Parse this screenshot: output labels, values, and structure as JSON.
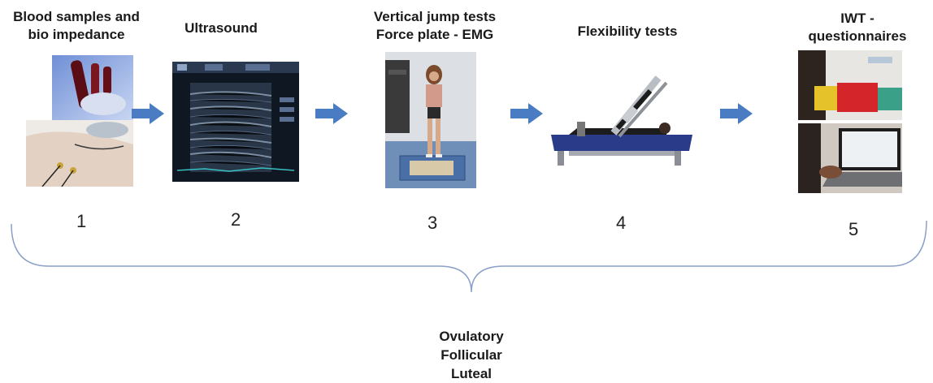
{
  "steps": [
    {
      "number": "1",
      "title": "Blood samples and\nbio impedance",
      "image": "blood-sample-and-electrodes-photo"
    },
    {
      "number": "2",
      "title": "Ultrasound",
      "image": "ultrasound-screen-photo"
    },
    {
      "number": "3",
      "title": "Vertical jump tests\nForce plate - EMG",
      "image": "force-plate-jump-photo"
    },
    {
      "number": "4",
      "title": "Flexibility tests",
      "image": "flexibility-bench-photo"
    },
    {
      "number": "5",
      "title": "IWT -\nquestionnaires",
      "image": "questionnaire-laptop-photo"
    }
  ],
  "phases": [
    "Ovulatory",
    "Follicular",
    "Luteal"
  ],
  "colors": {
    "arrow": "#4a7cc4",
    "brace": "#8aa0c8"
  }
}
